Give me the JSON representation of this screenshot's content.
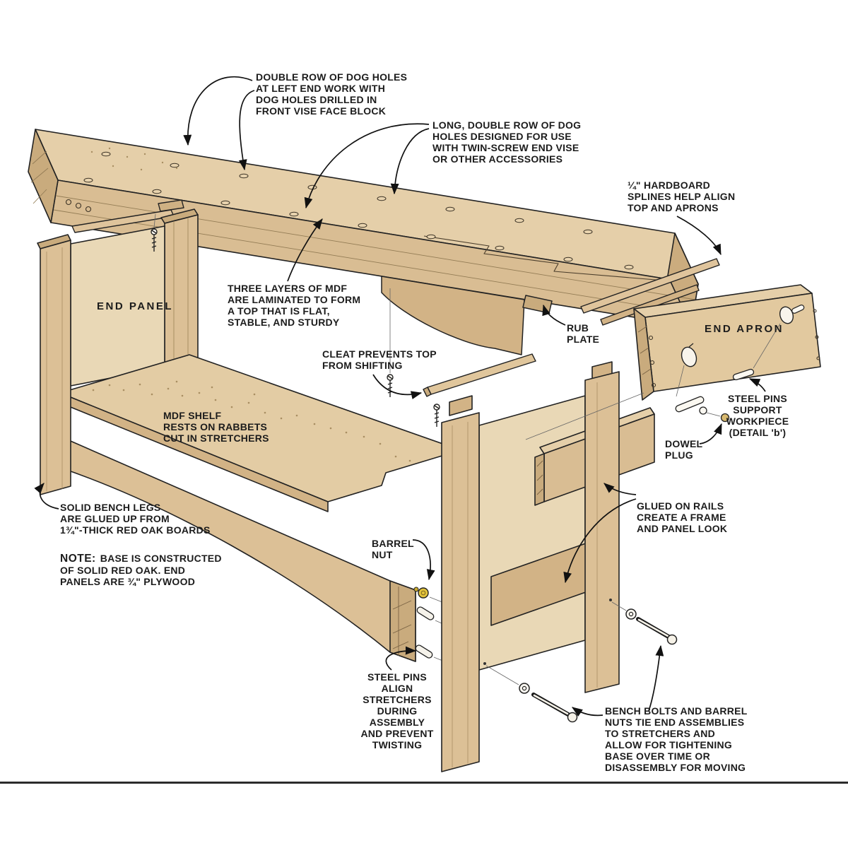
{
  "diagram": {
    "subject": "workbench-exploded-view",
    "colors": {
      "wood_light": "#e5cfa9",
      "wood_mid": "#d9bd93",
      "wood_dark": "#c9ab7d",
      "panel_ply": "#e9d8b6",
      "barrel_nut_gold": "#e3c43c",
      "outline": "#222222",
      "label_text": "#1c1c1c"
    },
    "labels": {
      "dog_holes_left": "DOUBLE ROW OF DOG HOLES\nAT LEFT END WORK WITH\nDOG HOLES DRILLED IN\nFRONT VISE FACE BLOCK",
      "dog_holes_long": "LONG, DOUBLE ROW OF DOG\nHOLES DESIGNED FOR USE\nWITH TWIN-SCREW END VISE\nOR OTHER ACCESSORIES",
      "hardboard_splines": "¼\" HARDBOARD\nSPLINES HELP ALIGN\nTOP AND APRONS",
      "three_layers": "THREE LAYERS OF MDF\nARE LAMINATED TO FORM\nA TOP THAT IS FLAT,\nSTABLE, AND STURDY",
      "end_panel": "END PANEL",
      "rub_plate": "RUB\nPLATE",
      "end_apron": "END APRON",
      "cleat": "CLEAT PREVENTS TOP\nFROM SHIFTING",
      "mdf_shelf": "MDF SHELF\nRESTS ON RABBETS\nCUT IN STRETCHERS",
      "steel_pins_support": "STEEL PINS\nSUPPORT\nWORKPIECE\n(DETAIL 'b')",
      "dowel_plug": "DOWEL\nPLUG",
      "solid_legs": "SOLID BENCH LEGS\nARE GLUED UP FROM\n1¾\"-THICK RED OAK BOARDS",
      "note_prefix": "NOTE:",
      "note_text": "BASE IS CONSTRUCTED\nOF SOLID RED OAK. END\nPANELS ARE ¾\" PLYWOOD",
      "glued_rails": "GLUED ON RAILS\nCREATE A FRAME\nAND PANEL LOOK",
      "barrel_nut": "BARREL\nNUT",
      "steel_pins_align": "STEEL PINS\nALIGN\nSTRETCHERS\nDURING\nASSEMBLY\nAND PREVENT\nTWISTING",
      "bench_bolts": "BENCH BOLTS AND BARREL\nNUTS TIE END ASSEMBLIES\nTO STRETCHERS AND\nALLOW FOR TIGHTENING\nBASE OVER TIME OR\nDISASSEMBLY FOR MOVING"
    }
  }
}
